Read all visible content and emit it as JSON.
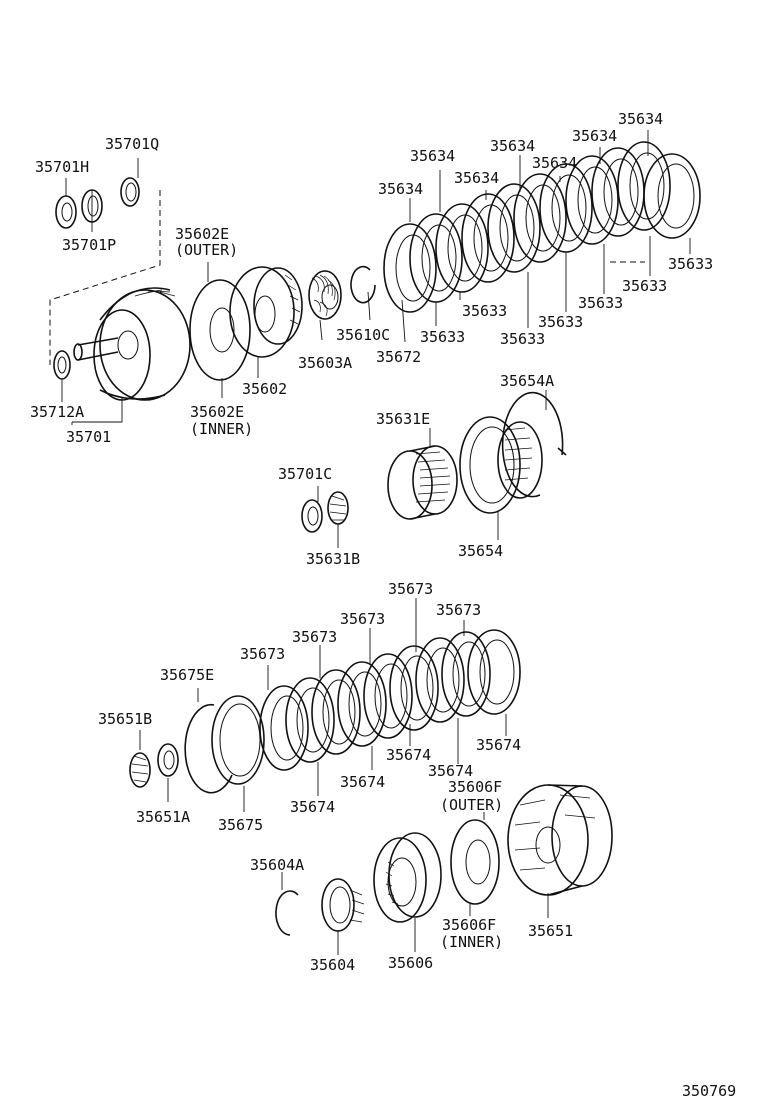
{
  "diagram": {
    "figure_code": "350769",
    "labels": {
      "l_35701Q": "35701Q",
      "l_35701H": "35701H",
      "l_35701P": "35701P",
      "l_35602E_outer_num": "35602E",
      "l_35602E_outer_note": "(OUTER)",
      "l_35712A": "35712A",
      "l_35701": "35701",
      "l_35602E_inner_num": "35602E",
      "l_35602E_inner_note": "(INNER)",
      "l_35602": "35602",
      "l_35603A": "35603A",
      "l_35610C": "35610C",
      "l_35672": "35672",
      "t1": "35634",
      "t2": "35634",
      "t3": "35634",
      "t4": "35634",
      "t5": "35634",
      "t6": "35634",
      "t7": "35634",
      "b1": "35633",
      "b2": "35633",
      "b3": "35633",
      "b4": "35633",
      "b5": "35633",
      "b6": "35633",
      "b7": "35633",
      "l_35654A": "35654A",
      "l_35631E": "35631E",
      "l_35654": "35654",
      "l_35701C": "35701C",
      "l_35631B": "35631B",
      "u1": "35673",
      "u2": "35673",
      "u3": "35673",
      "u4": "35673",
      "u5": "35673",
      "l_35675E": "35675E",
      "l_35651B": "35651B",
      "l_35651A": "35651A",
      "l_35675": "35675",
      "d1": "35674",
      "d2": "35674",
      "d3": "35674",
      "d4": "35674",
      "d5": "35674",
      "l_35606F_outer_num": "35606F",
      "l_35606F_outer_note": "(OUTER)",
      "l_35606F_inner_num": "35606F",
      "l_35606F_inner_note": "(INNER)",
      "l_35604A": "35604A",
      "l_35604": "35604",
      "l_35606": "35606",
      "l_35651": "35651"
    }
  }
}
